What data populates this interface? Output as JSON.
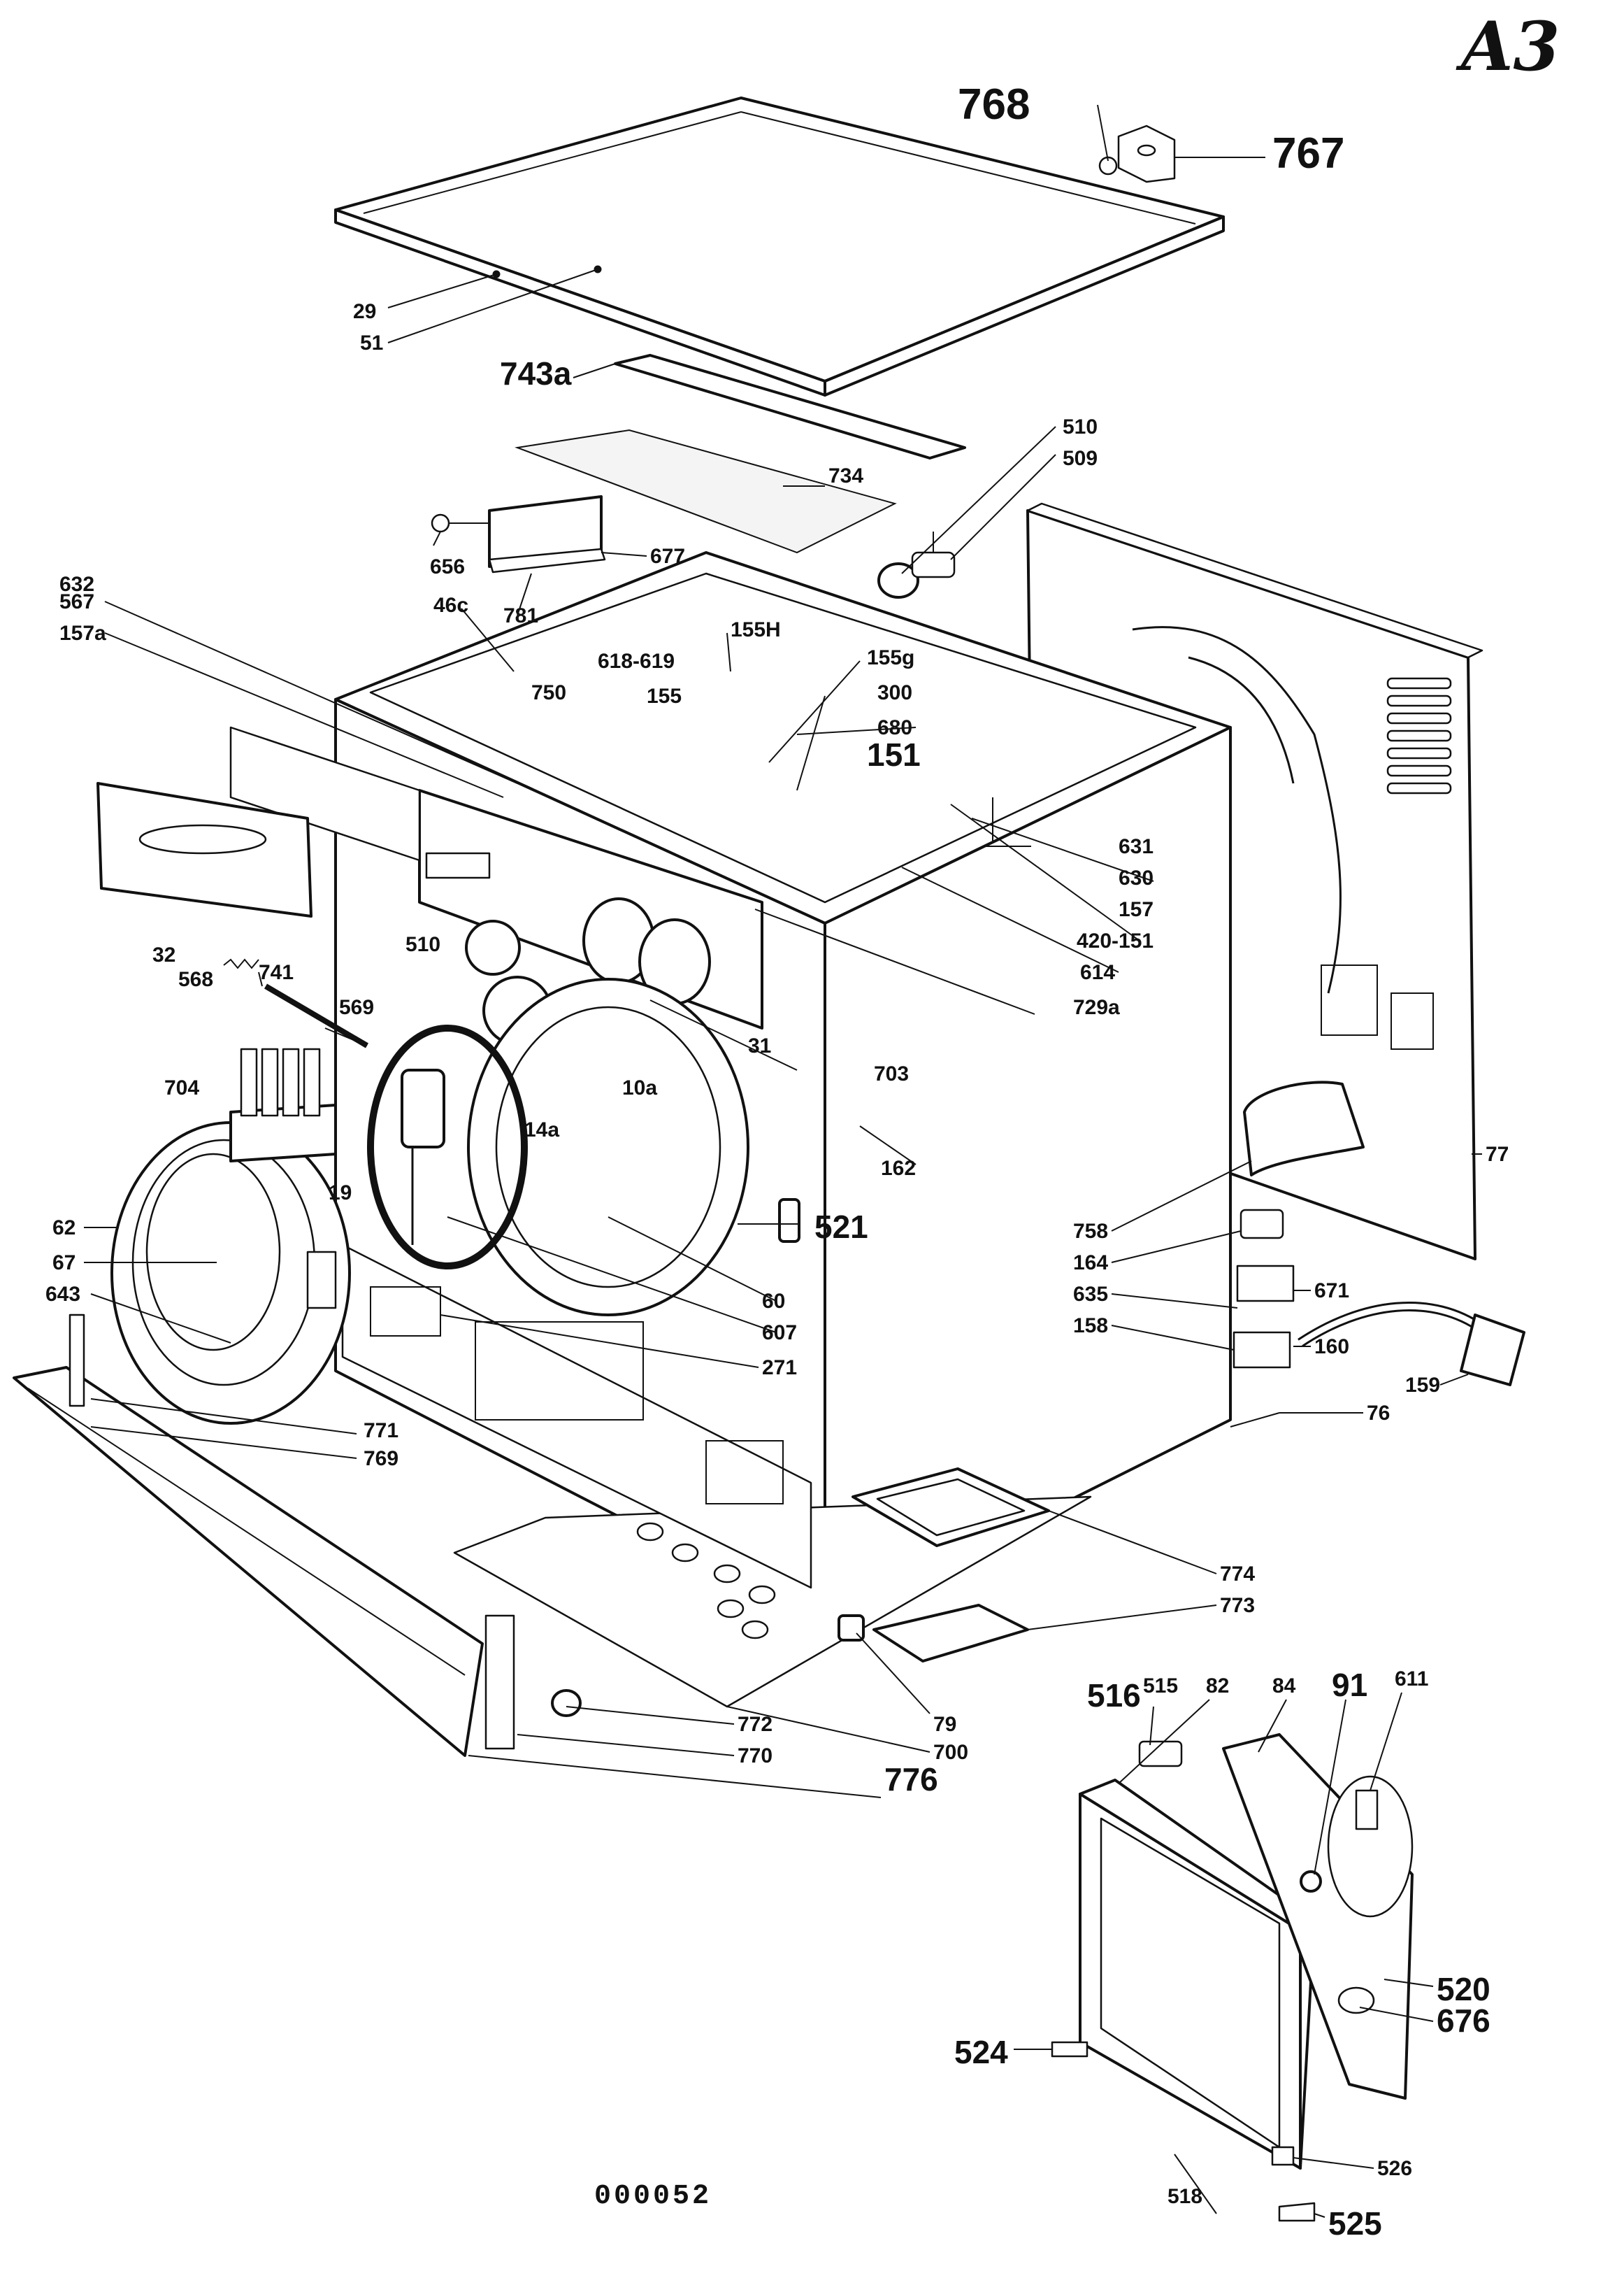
{
  "page_code": "A3",
  "sheet_number": "000052",
  "callouts": {
    "c768": "768",
    "c767": "767",
    "c29": "29",
    "c51": "51",
    "c743a": "743a",
    "c510_top": "510",
    "c509": "509",
    "c734": "734",
    "c656": "656",
    "c677": "677",
    "c781": "781",
    "c632": "632",
    "c567": "567",
    "c157a": "157a",
    "c46c": "46c",
    "c155h": "155H",
    "c155g": "155g",
    "c618_619": "618-619",
    "c750": "750",
    "c155": "155",
    "c300": "300",
    "c680": "680",
    "c151": "151",
    "c631": "631",
    "c630": "630",
    "c157": "157",
    "c420_151": "420-151",
    "c614": "614",
    "c729a": "729a",
    "c32": "32",
    "c568": "568",
    "c741": "741",
    "c569": "569",
    "c510_mid": "510",
    "c31": "31",
    "c703": "703",
    "c10a": "10a",
    "c704": "704",
    "c14a": "14a",
    "c162": "162",
    "c19": "19",
    "c521": "521",
    "c62": "62",
    "c67": "67",
    "c60": "60",
    "c643": "643",
    "c607": "607",
    "c271": "271",
    "c771": "771",
    "c769": "769",
    "c758": "758",
    "c164": "164",
    "c635": "635",
    "c671": "671",
    "c158": "158",
    "c160": "160",
    "c159": "159",
    "c77": "77",
    "c76": "76",
    "c774": "774",
    "c773": "773",
    "c79": "79",
    "c772": "772",
    "c770": "770",
    "c700": "700",
    "c776": "776",
    "c516": "516",
    "c515": "515",
    "c82": "82",
    "c84": "84",
    "c91": "91",
    "c611": "611",
    "c520": "520",
    "c676": "676",
    "c524": "524",
    "c526": "526",
    "c518": "518",
    "c525": "525"
  }
}
